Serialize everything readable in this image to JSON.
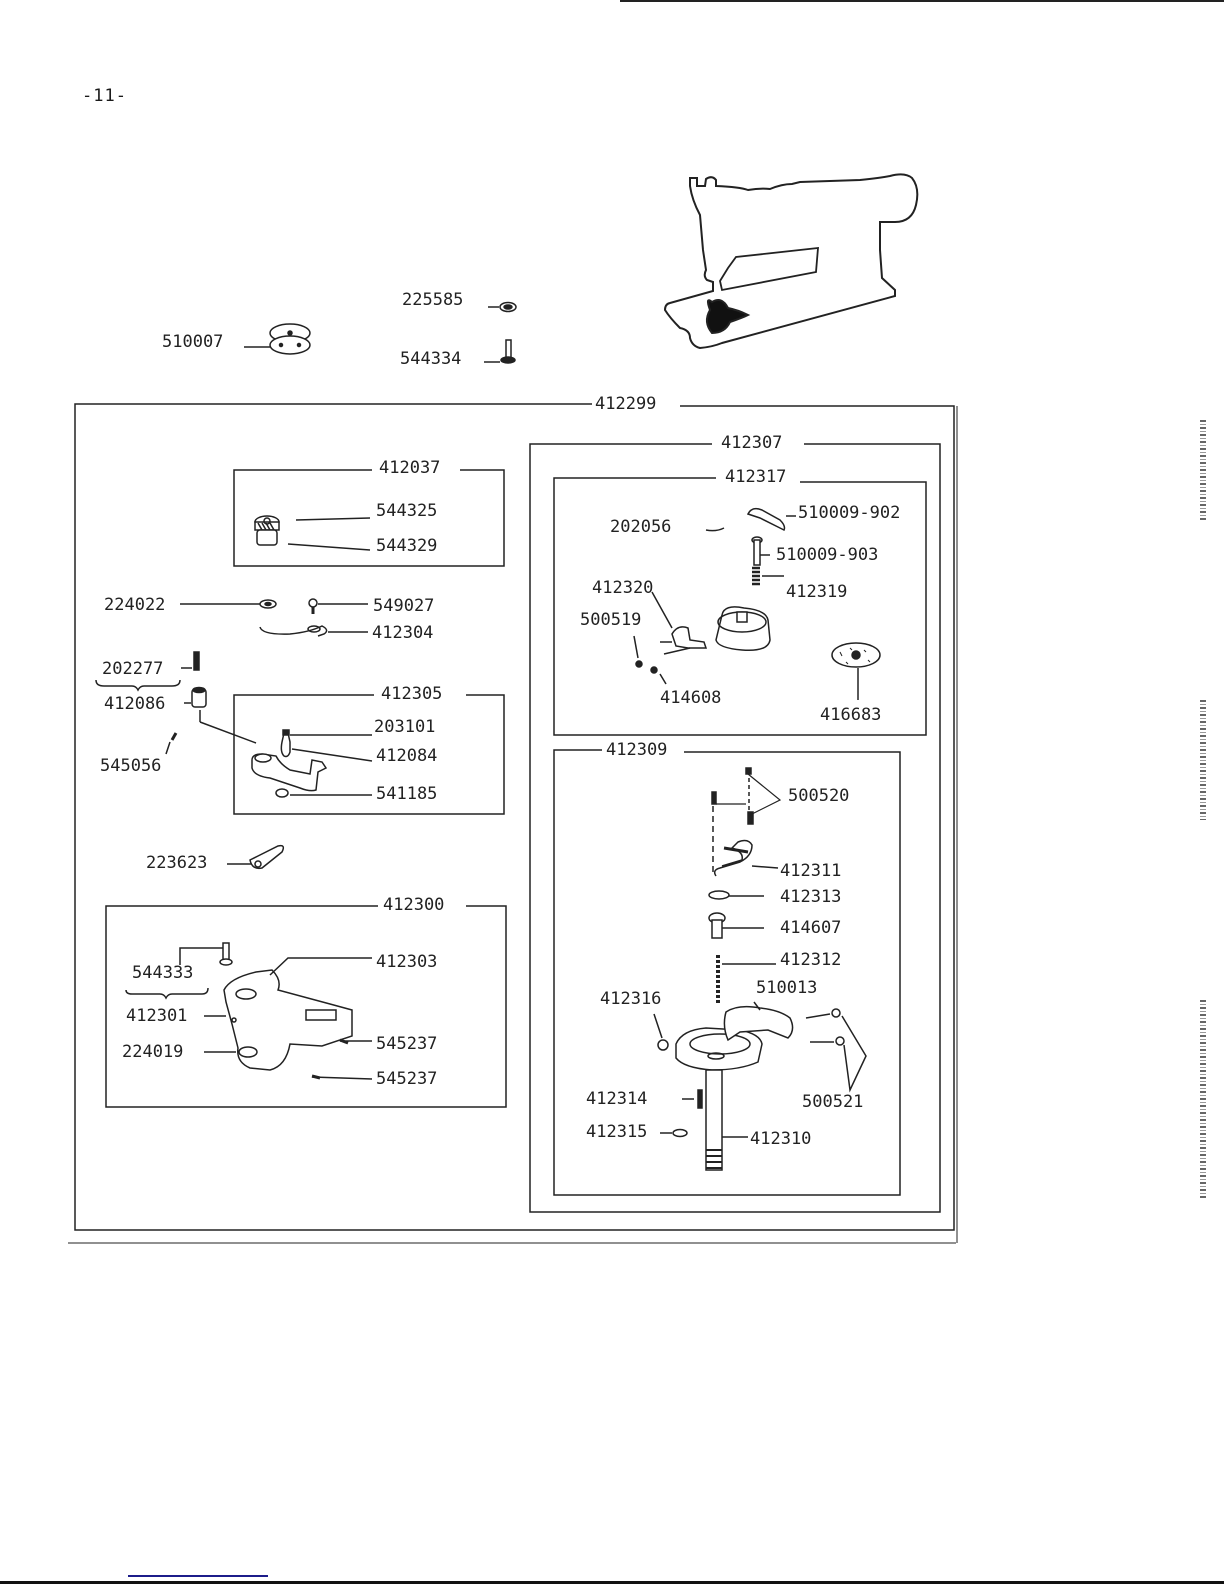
{
  "page": {
    "number_label": "-11-"
  },
  "loose_parts": {
    "bobbin": "510007",
    "washer": "225585",
    "screw": "544334"
  },
  "assembly": {
    "main": "412299",
    "left": {
      "gear_group": {
        "id": "412037",
        "parts": [
          "544325",
          "544329"
        ]
      },
      "p224022": "224022",
      "p549027": "549027",
      "p412304": "412304",
      "p202277": "202277",
      "p412086": "412086",
      "p545056": "545056",
      "crank_group": {
        "id": "412305",
        "parts": [
          "203101",
          "412084",
          "541185"
        ]
      },
      "p223623": "223623",
      "feed_group": {
        "id": "412300",
        "p544333": "544333",
        "p412301": "412301",
        "p224019": "224019",
        "p412303": "412303",
        "p545237a": "545237",
        "p545237b": "545237"
      }
    },
    "right": {
      "hook_group": {
        "id": "412307",
        "bobbin_case": {
          "id": "412317",
          "p202056": "202056",
          "p510009_902": "510009-902",
          "p510009_903": "510009-903",
          "p412320": "412320",
          "p412319": "412319",
          "p500519": "500519",
          "p414608": "414608",
          "p416683": "416683"
        },
        "rotary_hook": {
          "id": "412309",
          "p500520": "500520",
          "p412311": "412311",
          "p412313": "412313",
          "p414607": "414607",
          "p412312": "412312",
          "p412316": "412316",
          "p510013": "510013",
          "p412314": "412314",
          "p500521": "500521",
          "p412315": "412315",
          "p412310": "412310"
        }
      }
    }
  }
}
